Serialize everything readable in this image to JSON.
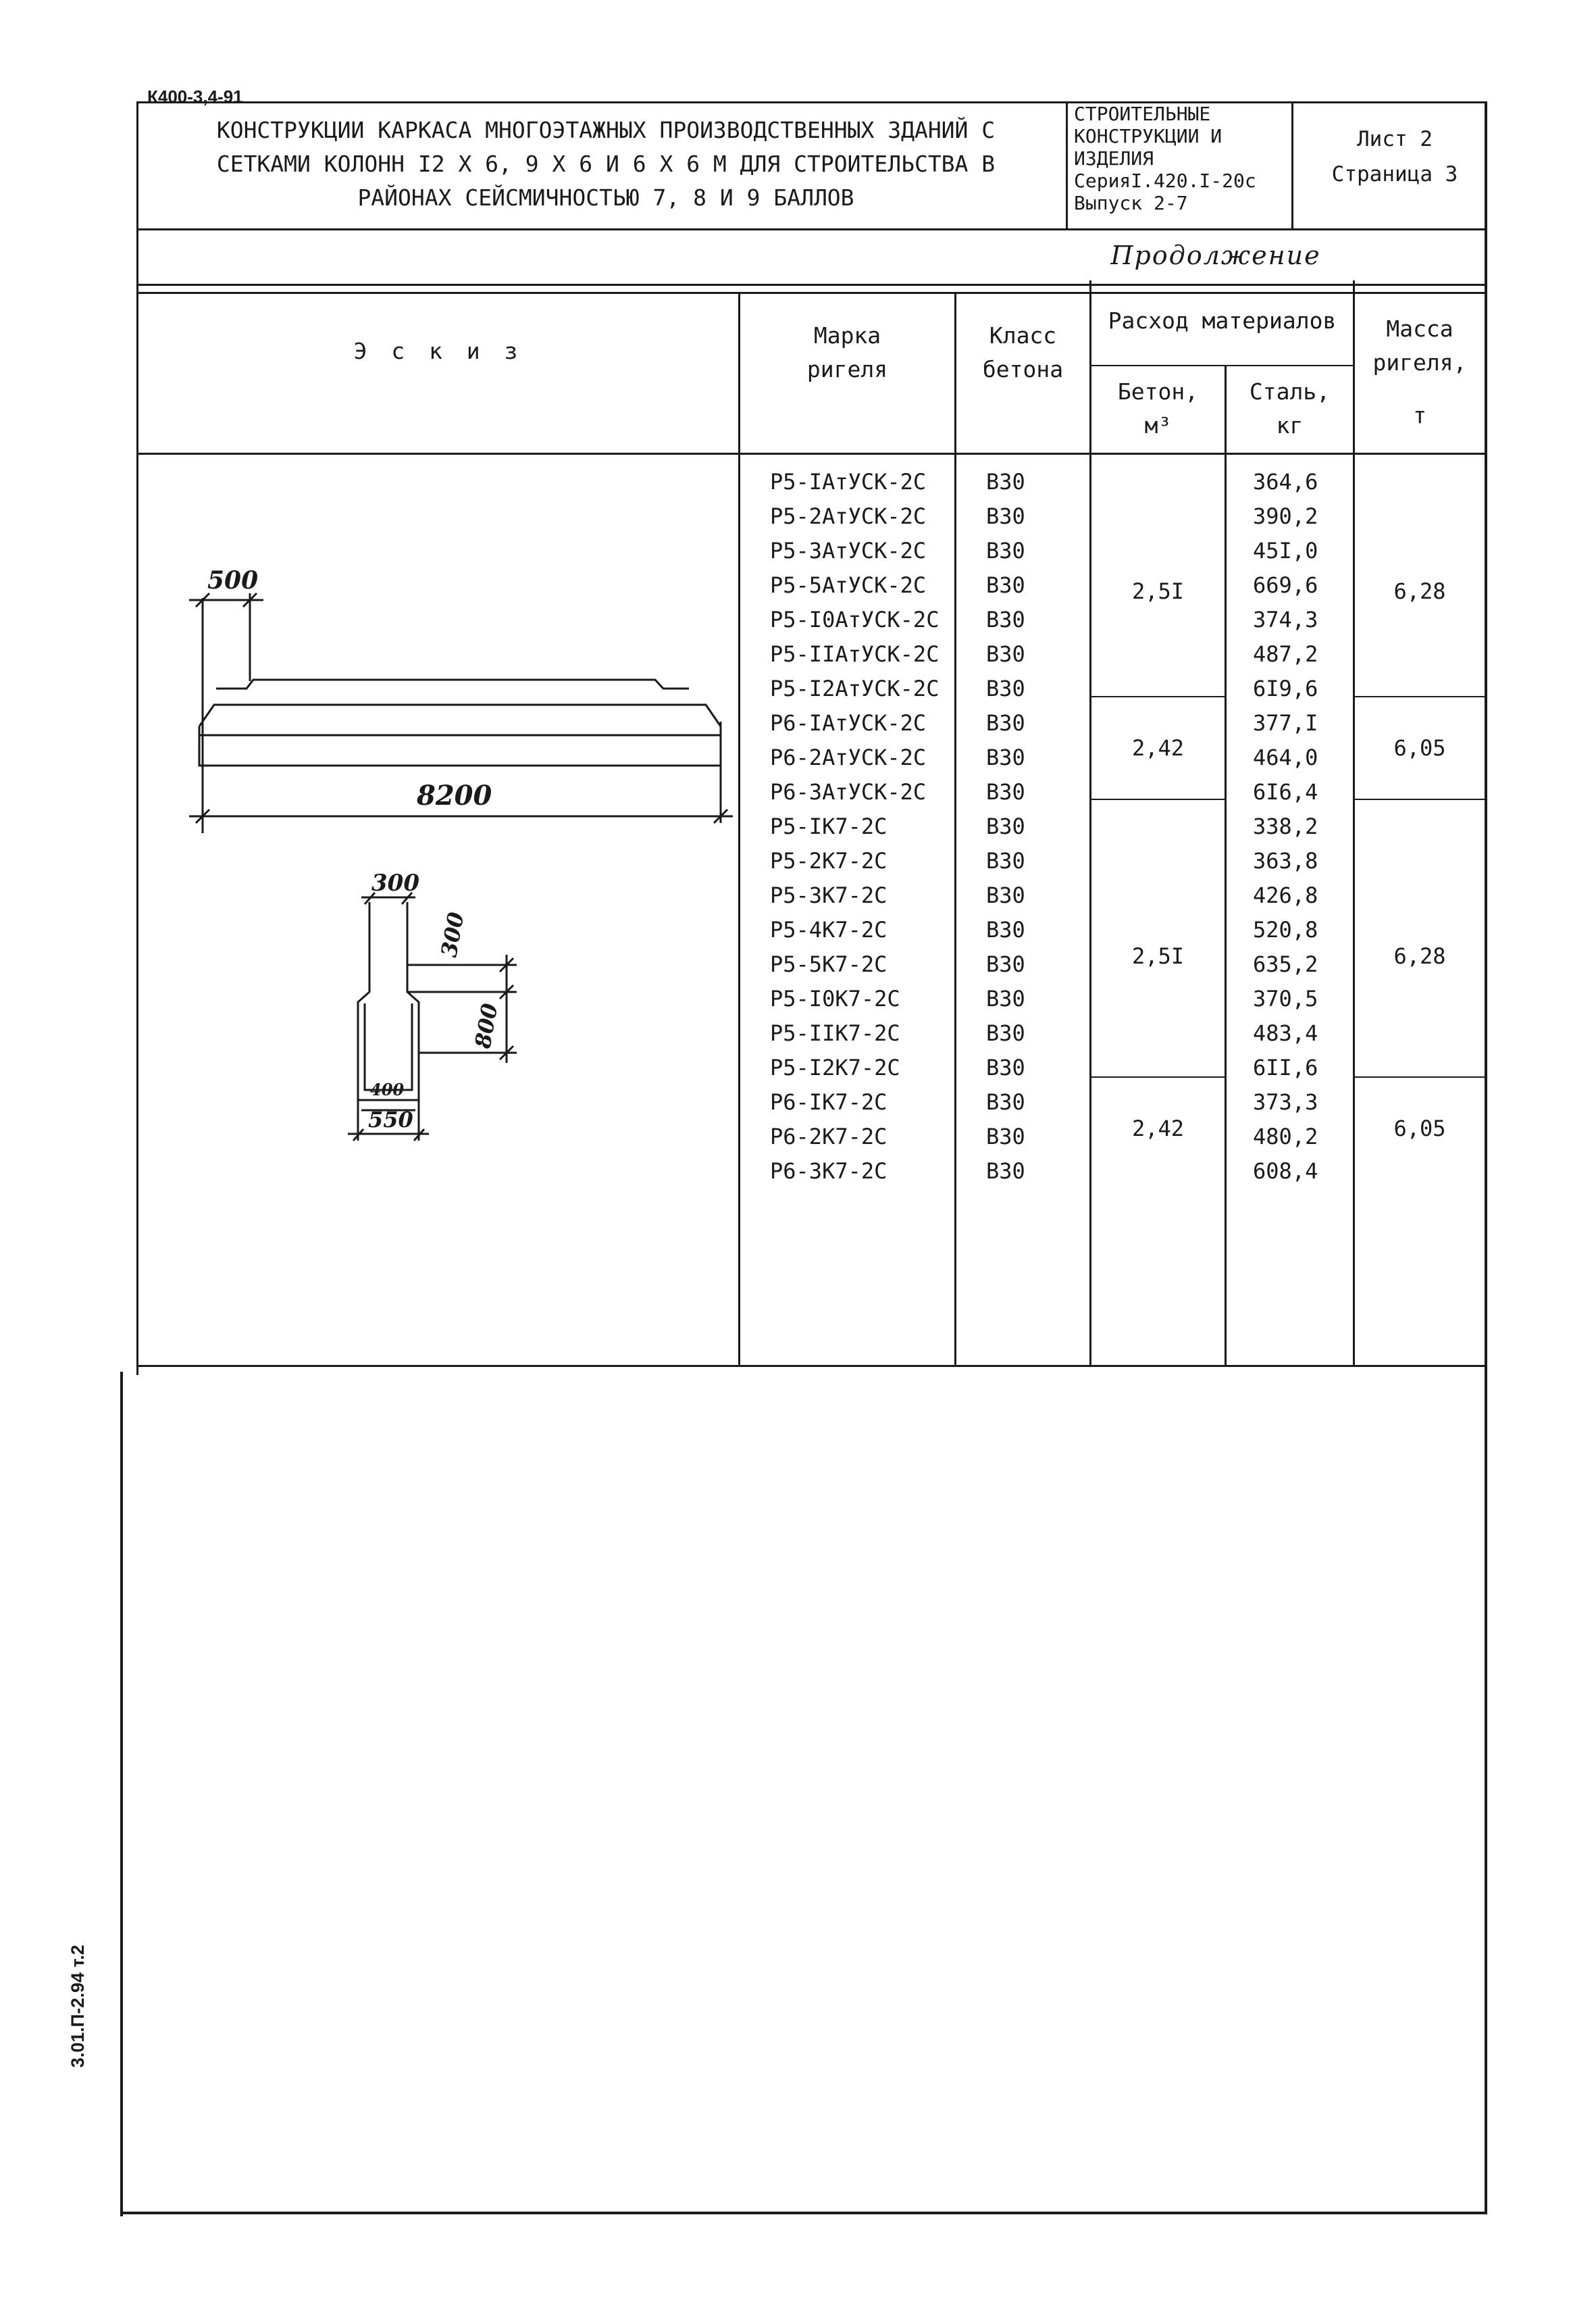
{
  "doc_code": "К400-3,4-91",
  "title": {
    "line1": "КОНСТРУКЦИИ КАРКАСА МНОГОЭТАЖНЫХ ПРОИЗВОДСТВЕННЫХ ЗДАНИЙ С",
    "line2": "СЕТКАМИ КОЛОНН I2 x 6, 9 x 6 И 6 x 6 М ДЛЯ СТРОИТЕЛЬСТВА В",
    "line3": "РАЙОНАХ СЕЙСМИЧНОСТЬЮ 7, 8 И 9 БАЛЛОВ"
  },
  "series_block": {
    "line1": "СТРОИТЕЛЬНЫЕ",
    "line2": "КОНСТРУКЦИИ И",
    "line3": "ИЗДЕЛИЯ",
    "line4": "СерияI.420.I-20с",
    "line5": "Выпуск 2-7"
  },
  "sheet": {
    "sheet_label": "Лист 2",
    "page_label": "Страница 3"
  },
  "continuation": "Продолжение",
  "headers": {
    "sketch": "Э с к и з",
    "mark_1": "Марка",
    "mark_2": "ригеля",
    "class_1": "Класс",
    "class_2": "бетона",
    "materials": "Расход материалов",
    "concrete_1": "Бетон,",
    "concrete_2": "м³",
    "steel_1": "Сталь,",
    "steel_2": "кг",
    "mass_1": "Масса",
    "mass_2": "ригеля,",
    "mass_3": "т"
  },
  "rows": [
    {
      "mark": "Р5-IАтУСК-2С",
      "class": "В30",
      "steel": "364,6"
    },
    {
      "mark": "Р5-2АтУСК-2С",
      "class": "В30",
      "steel": "390,2"
    },
    {
      "mark": "Р5-3АтУСК-2С",
      "class": "В30",
      "steel": "45I,0"
    },
    {
      "mark": "Р5-5АтУСК-2С",
      "class": "В30",
      "steel": "669,6"
    },
    {
      "mark": "Р5-I0АтУСК-2С",
      "class": "В30",
      "steel": "374,3"
    },
    {
      "mark": "Р5-IIАтУСК-2С",
      "class": "В30",
      "steel": "487,2"
    },
    {
      "mark": "Р5-I2АтУСК-2С",
      "class": "В30",
      "steel": "6I9,6"
    },
    {
      "mark": "Р6-IАтУСК-2С",
      "class": "В30",
      "steel": "377,I"
    },
    {
      "mark": "Р6-2АтУСК-2С",
      "class": "В30",
      "steel": "464,0"
    },
    {
      "mark": "Р6-3АтУСК-2С",
      "class": "В30",
      "steel": "6I6,4"
    },
    {
      "mark": "Р5-IК7-2С",
      "class": "В30",
      "steel": "338,2"
    },
    {
      "mark": "Р5-2К7-2С",
      "class": "В30",
      "steel": "363,8"
    },
    {
      "mark": "Р5-3К7-2С",
      "class": "В30",
      "steel": "426,8"
    },
    {
      "mark": "Р5-4К7-2С",
      "class": "В30",
      "steel": "520,8"
    },
    {
      "mark": "Р5-5К7-2С",
      "class": "В30",
      "steel": "635,2"
    },
    {
      "mark": "Р5-I0К7-2С",
      "class": "В30",
      "steel": "370,5"
    },
    {
      "mark": "Р5-IIК7-2С",
      "class": "В30",
      "steel": "483,4"
    },
    {
      "mark": "Р5-I2К7-2С",
      "class": "В30",
      "steel": "6II,6"
    },
    {
      "mark": "Р6-IК7-2С",
      "class": "В30",
      "steel": "373,3"
    },
    {
      "mark": "Р6-2К7-2С",
      "class": "В30",
      "steel": "480,2"
    },
    {
      "mark": "Р6-3К7-2С",
      "class": "В30",
      "steel": "608,4"
    }
  ],
  "groups": [
    {
      "concrete": "2,5I",
      "mass": "6,28"
    },
    {
      "concrete": "2,42",
      "mass": "6,05"
    },
    {
      "concrete": "2,5I",
      "mass": "6,28"
    },
    {
      "concrete": "2,42",
      "mass": "6,05"
    }
  ],
  "sketch_dims": {
    "d500": "500",
    "d8200": "8200",
    "d300a": "300",
    "d300b": "300",
    "d800": "800",
    "d400": "400",
    "d550": "550"
  },
  "side_code": "3.01.П-2.94 т.2"
}
